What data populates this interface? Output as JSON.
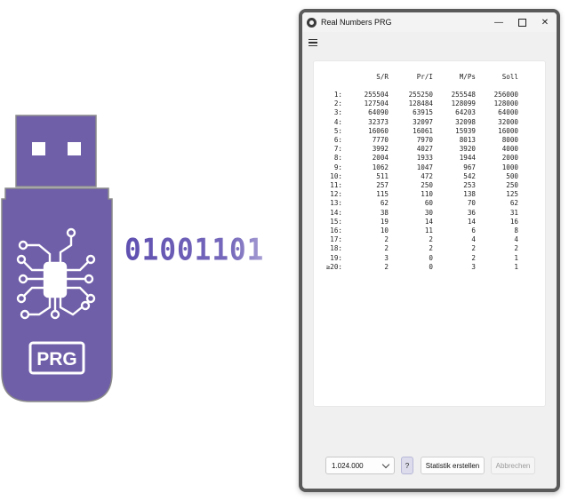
{
  "illustration": {
    "usb_label": "PRG",
    "binary_text": "01001101",
    "usb_color": "#6f5ea8",
    "binary_color": "#5f4fb0"
  },
  "window": {
    "title": "Real Numbers PRG",
    "icons": {
      "app": "app-icon",
      "minimize": "minimize-icon",
      "maximize": "maximize-icon",
      "close": "close-icon",
      "menu": "hamburger-menu-icon"
    },
    "minimize_glyph": "—",
    "close_glyph": "✕"
  },
  "stats": {
    "headers": [
      "",
      "S/R",
      "Pr/I",
      "M/Ps",
      "Soll"
    ],
    "rows": [
      [
        "1:",
        "255504",
        "255250",
        "255548",
        "256000"
      ],
      [
        "2:",
        "127504",
        "128484",
        "128099",
        "128000"
      ],
      [
        "3:",
        "64090",
        "63915",
        "64203",
        "64000"
      ],
      [
        "4:",
        "32373",
        "32097",
        "32098",
        "32000"
      ],
      [
        "5:",
        "16060",
        "16061",
        "15939",
        "16000"
      ],
      [
        "6:",
        "7770",
        "7970",
        "8013",
        "8000"
      ],
      [
        "7:",
        "3992",
        "4027",
        "3920",
        "4000"
      ],
      [
        "8:",
        "2004",
        "1933",
        "1944",
        "2000"
      ],
      [
        "9:",
        "1062",
        "1047",
        "967",
        "1000"
      ],
      [
        "10:",
        "511",
        "472",
        "542",
        "500"
      ],
      [
        "11:",
        "257",
        "250",
        "253",
        "250"
      ],
      [
        "12:",
        "115",
        "110",
        "138",
        "125"
      ],
      [
        "13:",
        "62",
        "60",
        "70",
        "62"
      ],
      [
        "14:",
        "38",
        "30",
        "36",
        "31"
      ],
      [
        "15:",
        "19",
        "14",
        "14",
        "16"
      ],
      [
        "16:",
        "10",
        "11",
        "6",
        "8"
      ],
      [
        "17:",
        "2",
        "2",
        "4",
        "4"
      ],
      [
        "18:",
        "2",
        "2",
        "2",
        "2"
      ],
      [
        "19:",
        "3",
        "0",
        "2",
        "1"
      ],
      [
        "≥20:",
        "2",
        "0",
        "3",
        "1"
      ]
    ]
  },
  "controls": {
    "count_select_value": "1.024.000",
    "help_label": "?",
    "create_stats_label": "Statistik erstellen",
    "cancel_label": "Abbrechen"
  }
}
